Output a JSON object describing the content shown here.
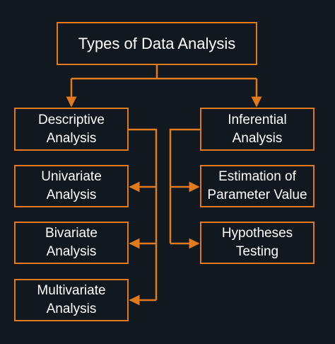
{
  "colors": {
    "background": "#111820",
    "accent": "#e07a1c",
    "text": "#ffffff"
  },
  "title": "Types of Data Analysis",
  "left_branch": {
    "label": "Descriptive\nAnalysis",
    "children": [
      "Univariate\nAnalysis",
      "Bivariate\nAnalysis",
      "Multivariate\nAnalysis"
    ]
  },
  "right_branch": {
    "label": "Inferential\nAnalysis",
    "children": [
      "Estimation of\nParameter Value",
      "Hypotheses\nTesting"
    ]
  }
}
